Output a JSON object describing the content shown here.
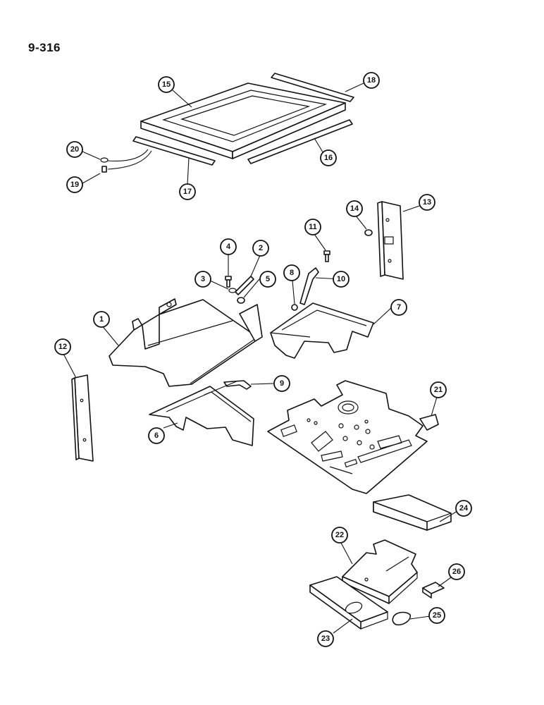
{
  "page_number": "9-316",
  "callouts": [
    "1",
    "2",
    "3",
    "4",
    "5",
    "6",
    "7",
    "8",
    "9",
    "10",
    "11",
    "12",
    "13",
    "14",
    "15",
    "16",
    "17",
    "18",
    "19",
    "20",
    "21",
    "22",
    "23",
    "24",
    "25",
    "26"
  ],
  "colors": {
    "line": "#111111",
    "background": "#ffffff"
  }
}
